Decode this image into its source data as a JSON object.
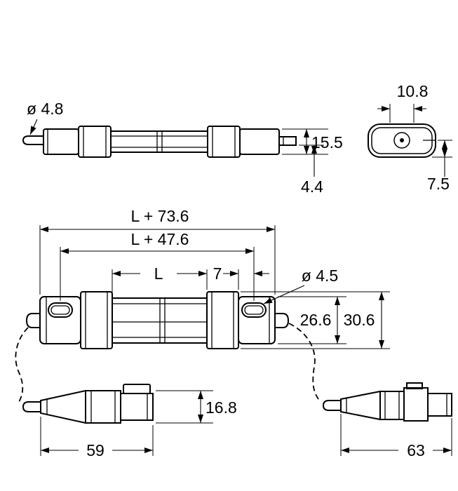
{
  "drawing": {
    "labels": {
      "cable_diameter": "ø 4.8",
      "side_height": "15.5",
      "side_offset": "4.4",
      "end_width": "10.8",
      "end_height": "7.5",
      "overall_length": "L + 73.6",
      "hole_spacing": "L + 47.6",
      "active_length": "L",
      "hole_offset": "7",
      "hole_diameter": "ø 4.5",
      "body_width": "26.6",
      "clamp_width": "30.6",
      "connector_height": "16.8",
      "connector_left_length": "59",
      "connector_right_length": "63"
    },
    "colors": {
      "line": "#000000",
      "background": "#ffffff"
    }
  }
}
